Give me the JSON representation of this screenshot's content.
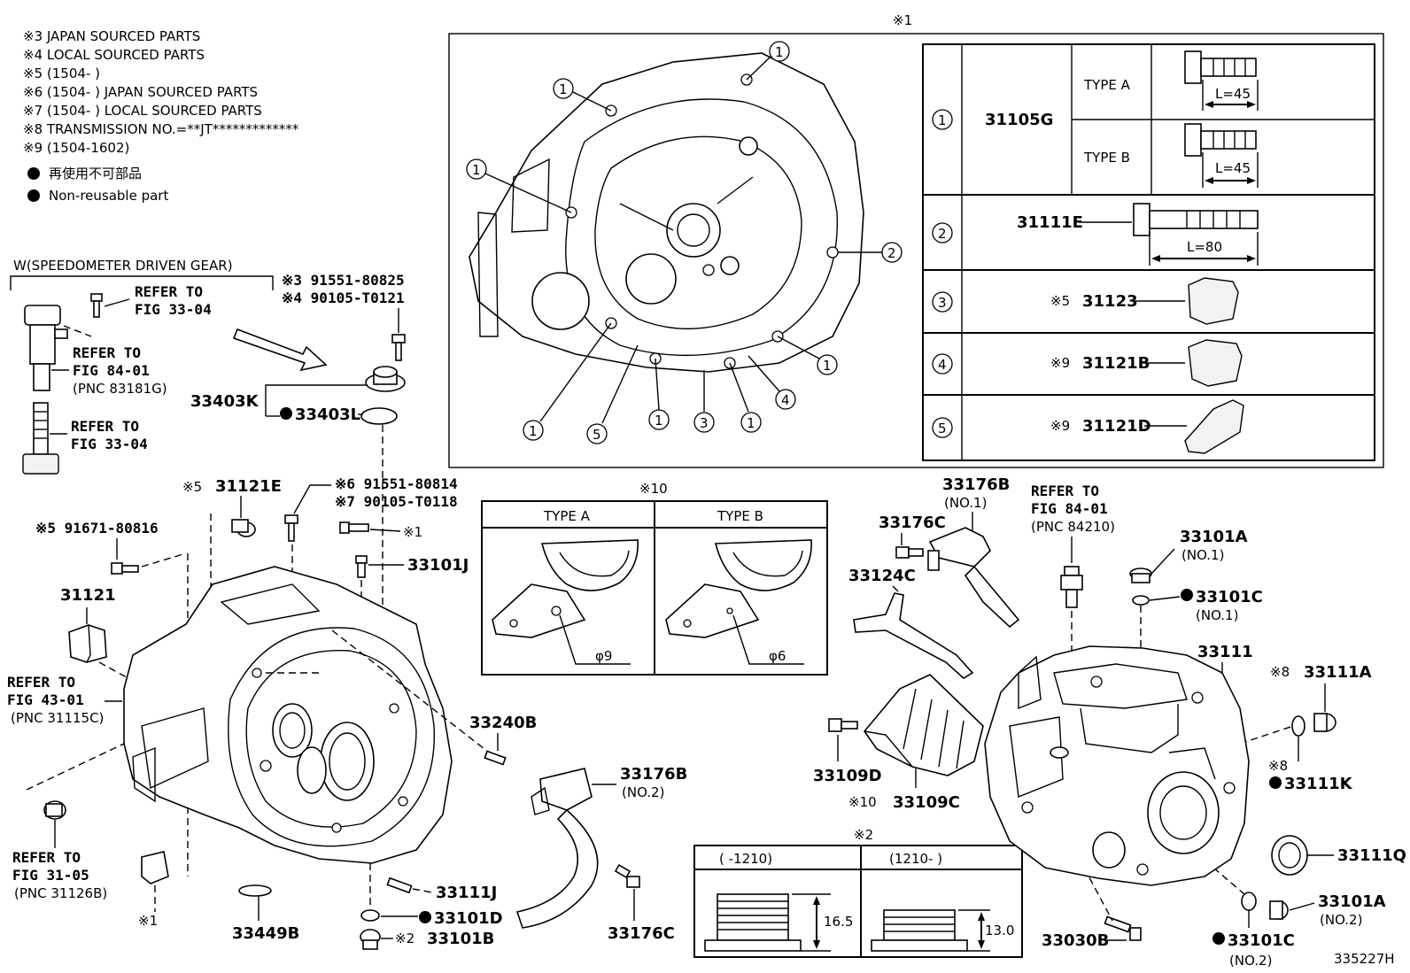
{
  "legend": {
    "lines": [
      "※3  JAPAN SOURCED PARTS",
      "※4  LOCAL SOURCED PARTS",
      "※5 (1504-        )",
      "※6 (1504-        ) JAPAN SOURCED PARTS",
      "※7 (1504-        ) LOCAL SOURCED PARTS",
      "※8 TRANSMISSION NO.=**JT*************",
      "※9 (1504-1602)"
    ],
    "nonreuse_jp": "再使用不可部品",
    "nonreuse_en": "Non-reusable part"
  },
  "speedometer": {
    "title": "W(SPEEDOMETER DRIVEN GEAR)",
    "refer1a": "REFER TO",
    "refer1b": "FIG 33-04",
    "refer2a": "REFER TO",
    "refer2b": "FIG 84-01",
    "refer2c": "(PNC 83181G)",
    "refer3a": "REFER TO",
    "refer3b": "FIG 33-04"
  },
  "callouts": {
    "bolt3": "※3 91551-80825",
    "bolt4": "※4 90105-T0121",
    "p33403K": "33403K",
    "p33403L": "33403L",
    "p31121E": "31121E",
    "n5a": "※5",
    "bolt6": "※6 91551-80814",
    "bolt7": "※7 90105-T0118",
    "x1a": "※1",
    "p33101J": "33101J",
    "bolt5": "※5  91671-80816",
    "p31121": "31121",
    "refer43a": "REFER TO",
    "refer43b": "FIG 43-01",
    "refer43c": "(PNC 31115C)",
    "refer31a": "REFER TO",
    "refer31b": "FIG 31-05",
    "refer31c": "(PNC 31126B)",
    "x1b": "※1",
    "p33449B": "33449B",
    "p33240B": "33240B",
    "p33111J": "33111J",
    "p33101D": "33101D",
    "x2": "※2",
    "p33101B": "33101B",
    "p33176B2": "33176B",
    "no2a": "(NO.2)",
    "p33176C_b": "33176C",
    "p33176B1": "33176B",
    "no1a": "(NO.1)",
    "p33176C_t": "33176C",
    "p33124C": "33124C",
    "p33109D": "33109D",
    "x10": "※10",
    "p33109C": "33109C",
    "refer84a": "REFER TO",
    "refer84b": "FIG 84-01",
    "refer84c": "(PNC 84210)",
    "p33101A_1": "33101A",
    "no1b": "(NO.1)",
    "p33101C_1": "33101C",
    "no1c": "(NO.1)",
    "p33111": "33111",
    "x8a": "※8",
    "p33111A": "33111A",
    "x8b": "※8",
    "p33111K": "33111K",
    "p33111Q": "33111Q",
    "p33101A_2": "33101A",
    "no2b": "(NO.2)",
    "p33030B": "33030B",
    "p33101C_2": "33101C",
    "no2c": "(NO.2)",
    "diagram_no": "335227H"
  },
  "detail1": {
    "header": "※1",
    "nums": [
      "1",
      "2",
      "3",
      "4",
      "5"
    ],
    "table": {
      "row1_part": "31105G",
      "typeA": "TYPE A",
      "typeB": "TYPE B",
      "lenA": "L=45",
      "lenB": "L=45",
      "row2_part": "31111E",
      "len2": "L=80",
      "row3_note": "※5",
      "row3_part": "31123",
      "row4_note": "※9",
      "row4_part": "31121B",
      "row5_note": "※9",
      "row5_part": "31121D"
    }
  },
  "detail10": {
    "header": "※10",
    "typeA": "TYPE A",
    "typeB": "TYPE B",
    "diaA": "φ9",
    "diaB": "φ6"
  },
  "detail2": {
    "header": "※2",
    "colA": "(       -1210)",
    "colB": "(1210-        )",
    "hA": "16.5",
    "hB": "13.0"
  }
}
